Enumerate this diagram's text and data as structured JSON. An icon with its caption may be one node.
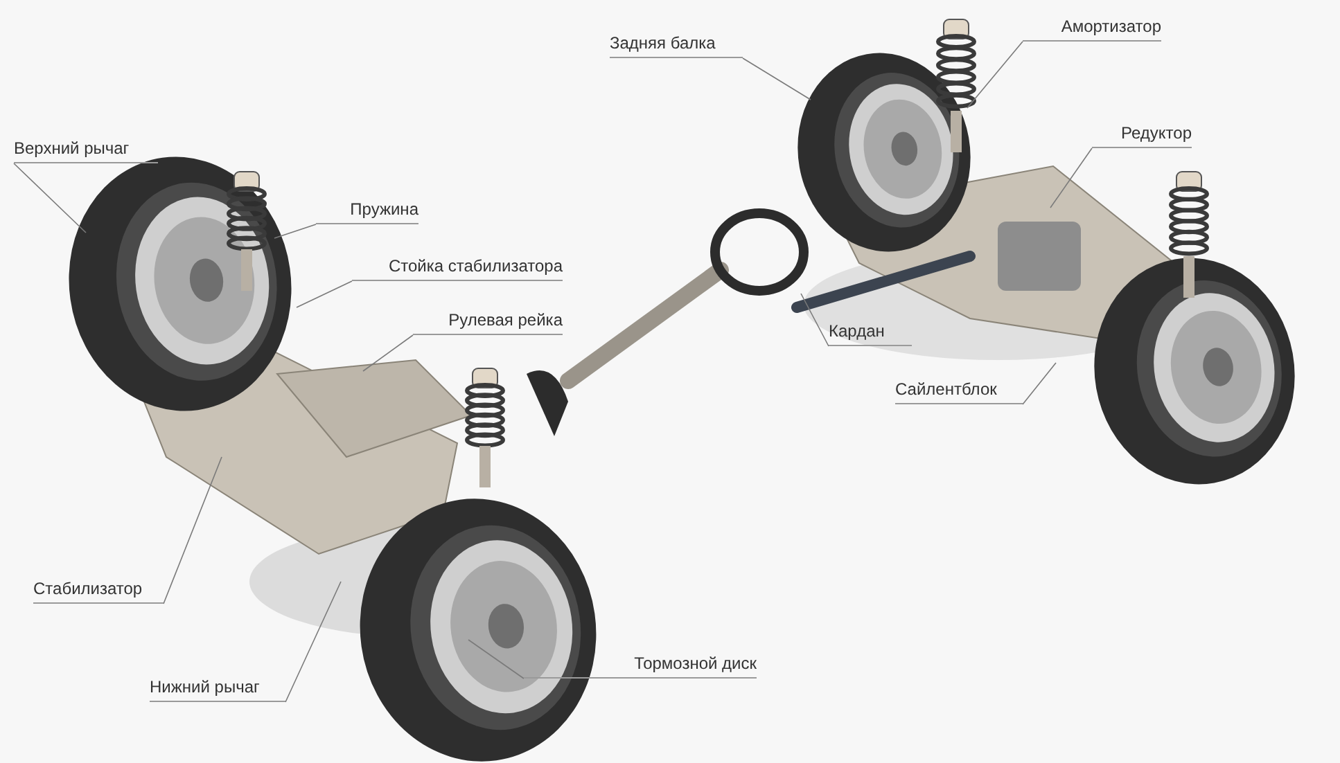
{
  "diagram": {
    "nodes": [
      {
        "text": [
          "Верхний рычаг"
        ]
      },
      {
        "text": [
          "Пружина"
        ]
      },
      {
        "text": [
          "Стойка стабилизатора"
        ]
      },
      {
        "text": [
          "Рулевая рейка"
        ]
      },
      {
        "text": [
          "Задняя балка"
        ]
      },
      {
        "text": [
          "Амортизатор"
        ]
      },
      {
        "text": [
          "Редуктор"
        ]
      },
      {
        "text": [
          "Кардан"
        ]
      },
      {
        "text": [
          "Сайлентблок"
        ]
      },
      {
        "text": [
          "Стабилизатор"
        ]
      },
      {
        "text": [
          "Нижний рычаг"
        ]
      },
      {
        "text": [
          "Тормозной диск"
        ]
      }
    ],
    "edges": [
      {
        "from": 0,
        "to": null,
        "arrow": "none"
      },
      {
        "from": 1,
        "to": null,
        "arrow": "none"
      },
      {
        "from": 2,
        "to": null,
        "arrow": "none"
      },
      {
        "from": 3,
        "to": null,
        "arrow": "none"
      },
      {
        "from": 4,
        "to": null,
        "arrow": "none"
      },
      {
        "from": 5,
        "to": null,
        "arrow": "none"
      },
      {
        "from": 6,
        "to": null,
        "arrow": "none"
      },
      {
        "from": 7,
        "to": null,
        "arrow": "none"
      },
      {
        "from": 8,
        "to": null,
        "arrow": "none"
      },
      {
        "from": 9,
        "to": null,
        "arrow": "none"
      },
      {
        "from": 10,
        "to": null,
        "arrow": "none"
      },
      {
        "from": 11,
        "to": null,
        "arrow": "none"
      }
    ]
  }
}
